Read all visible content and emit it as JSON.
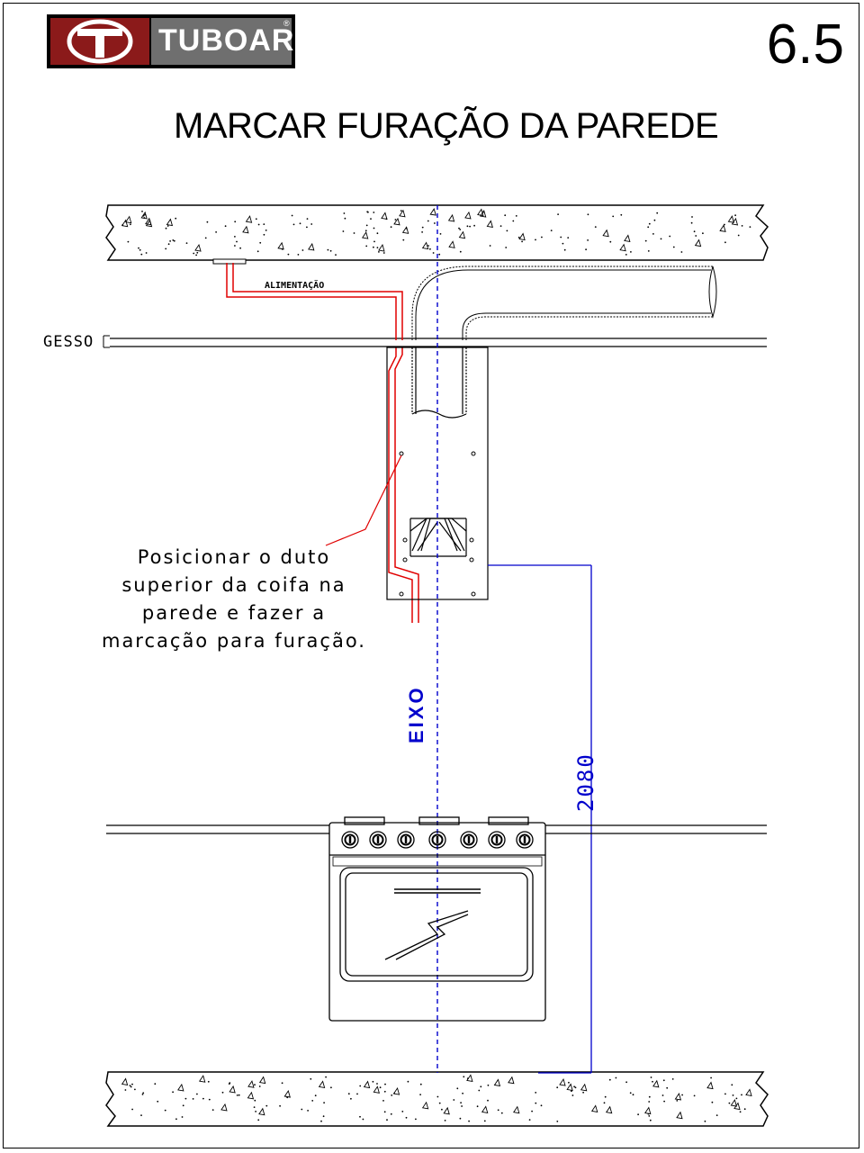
{
  "header": {
    "brand": "TUBOAR",
    "brand_mark": "®",
    "section_number": "6.5",
    "title": "MARCAR FURAÇÃO DA PAREDE"
  },
  "drawing": {
    "labels": {
      "power_supply": "ALIMENTAÇÃO",
      "ceiling": "GESSO",
      "axis": "EIXO",
      "height_dimension": "2080"
    },
    "instruction_lines": [
      "Posicionar o duto",
      "superior da coifa na",
      "parede e fazer a",
      "marcação para furação."
    ],
    "colors": {
      "wiring": "#e00000",
      "dimension": "#0000cc",
      "axis": "#0000cc",
      "logo_red": "#8b1a1a",
      "logo_gray": "#6f6f6f"
    }
  }
}
